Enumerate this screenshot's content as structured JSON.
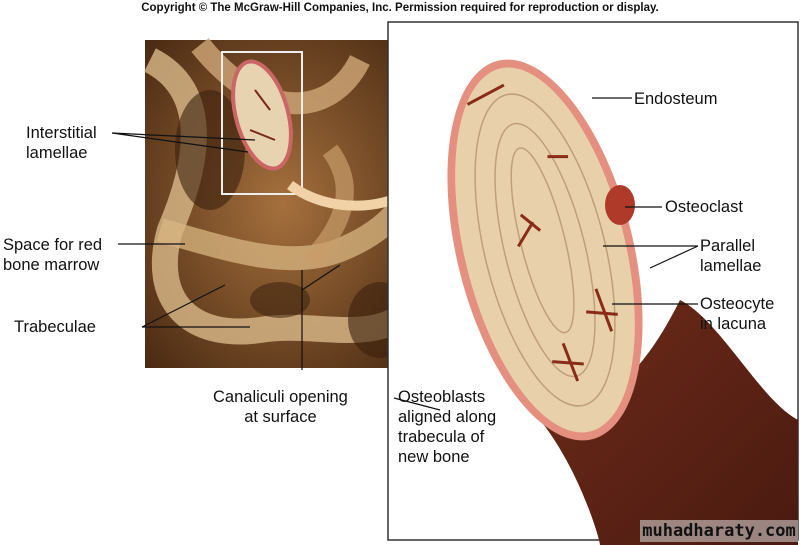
{
  "copyright": "Copyright © The McGraw-Hill Companies, Inc. Permission required for reproduction or display.",
  "labels": {
    "interstitial": [
      "Interstitial",
      "lamellae"
    ],
    "space": [
      "Space for red",
      "bone marrow"
    ],
    "trabeculae": "Trabeculae",
    "canaliculi": [
      "Canaliculi opening",
      "at surface"
    ],
    "endosteum": "Endosteum",
    "osteoclast": "Osteoclast",
    "parallel": [
      "Parallel",
      "lamellae"
    ],
    "osteocyte": [
      "Osteocyte",
      "in lacuna"
    ],
    "osteoblasts": [
      "Osteoblasts",
      "aligned along",
      "trabecula of",
      "new bone"
    ]
  },
  "watermark": "muhadharaty.com"
}
